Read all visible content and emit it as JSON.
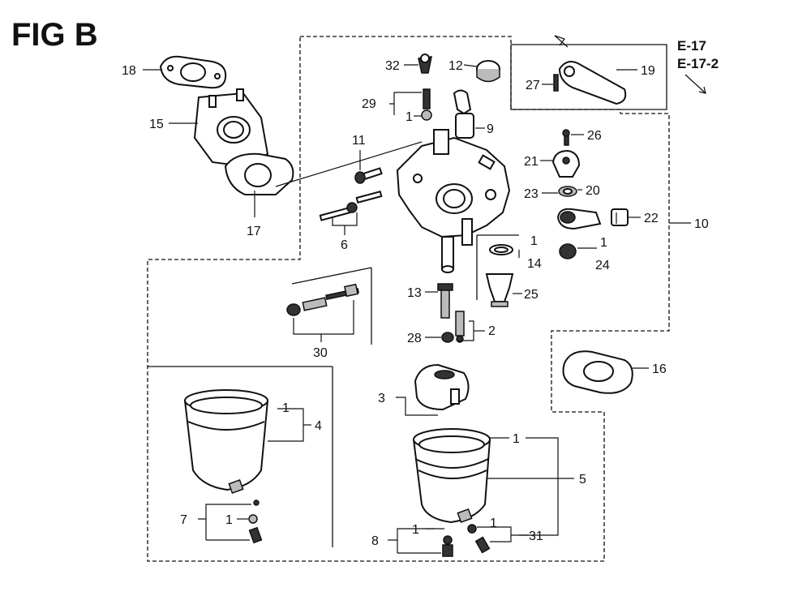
{
  "figure": {
    "title": "FIG B",
    "refs": [
      "E-17",
      "E-17-2"
    ]
  },
  "callouts": {
    "n1": "1",
    "n2": "2",
    "n3": "3",
    "n4": "4",
    "n5": "5",
    "n6": "6",
    "n7": "7",
    "n8": "8",
    "n9": "9",
    "n10": "10",
    "n11": "11",
    "n12": "12",
    "n13": "13",
    "n14": "14",
    "n15": "15",
    "n16": "16",
    "n17": "17",
    "n18": "18",
    "n19": "19",
    "n20": "20",
    "n21": "21",
    "n22": "22",
    "n23": "23",
    "n24": "24",
    "n25": "25",
    "n26": "26",
    "n27": "27",
    "n28": "28",
    "n29": "29",
    "n30": "30",
    "n31": "31",
    "n32": "32"
  }
}
